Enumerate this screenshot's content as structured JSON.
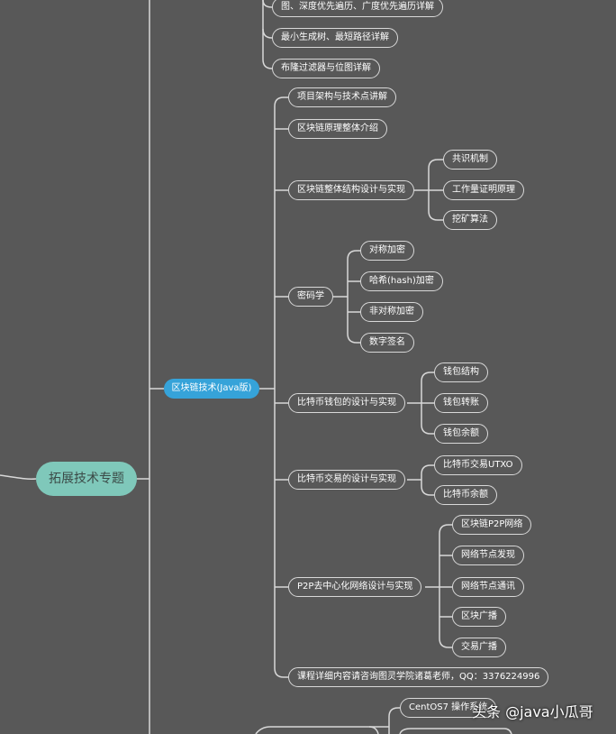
{
  "root": {
    "label": "拓展技术专题"
  },
  "prev_topics": [
    "图、深度优先遍历、广度优先遍历详解",
    "最小生成树、最短路径详解",
    "布隆过滤器与位图详解"
  ],
  "main_branch": {
    "label": "区块链技术(Java版)"
  },
  "items": [
    {
      "label": "项目架构与技术点讲解"
    },
    {
      "label": "区块链原理整体介绍"
    },
    {
      "label": "区块链整体结构设计与实现",
      "children": [
        "共识机制",
        "工作量证明原理",
        "挖矿算法"
      ]
    },
    {
      "label": "密码学",
      "children": [
        "对称加密",
        "哈希(hash)加密",
        "非对称加密",
        "数字签名"
      ]
    },
    {
      "label": "比特币钱包的设计与实现",
      "children": [
        "钱包结构",
        "钱包转账",
        "钱包余额"
      ]
    },
    {
      "label": "比特币交易的设计与实现",
      "children": [
        "比特币交易UTXO",
        "比特币余额"
      ]
    },
    {
      "label": "P2P去中心化网络设计与实现",
      "children": [
        "区块链P2P网络",
        "网络节点发现",
        "网络节点通讯",
        "区块广播",
        "交易广播"
      ]
    },
    {
      "label": "课程详细内容请咨询图灵学院诸葛老师，QQ：3376224996"
    }
  ],
  "next_topic": {
    "label": "CentOS7 操作系统"
  },
  "watermark": "头条 @java小瓜哥",
  "colors": {
    "background": "#585858",
    "root": "#7fc8ba",
    "main_branch": "#36a3d9",
    "line": "#d8d8d8"
  }
}
